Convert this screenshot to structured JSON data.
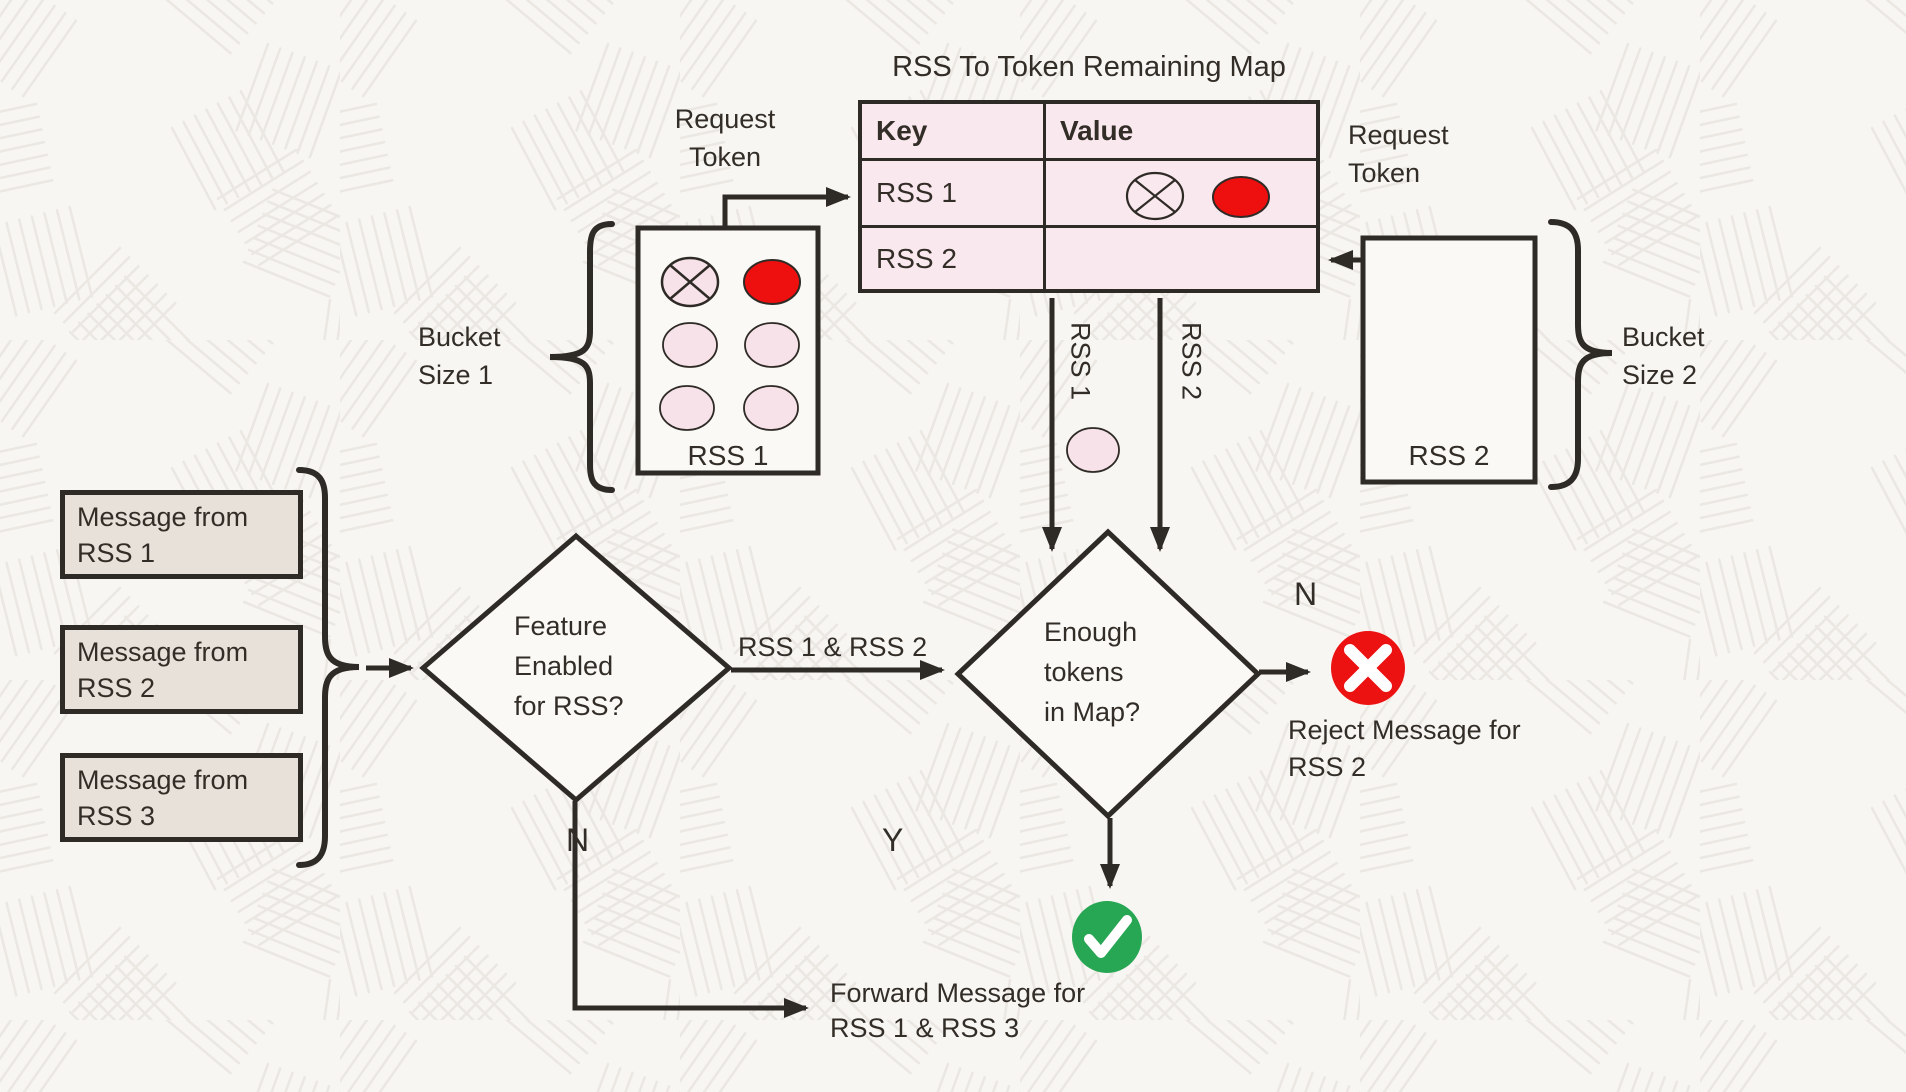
{
  "title": "RSS To Token Remaining Map",
  "map_table": {
    "header": {
      "key": "Key",
      "value": "Value"
    },
    "rows": [
      {
        "key": "RSS 1"
      },
      {
        "key": "RSS 2"
      }
    ]
  },
  "buckets": {
    "bucket1": {
      "name": "RSS 1",
      "size_label": "Bucket\nSize 1",
      "request_label": "Request\nToken"
    },
    "bucket2": {
      "name": "RSS 2",
      "size_label": "Bucket\nSize 2",
      "request_label": "Request\nToken"
    }
  },
  "flow_labels": {
    "down_rss1": "RSS 1",
    "down_rss2": "RSS 2",
    "to_decision2": "RSS 1 & RSS 2",
    "decision1_no": "N",
    "decision2_no": "N",
    "decision2_yes": "Y"
  },
  "messages": [
    "Message from\nRSS 1",
    "Message from\nRSS 2",
    "Message from\nRSS 3"
  ],
  "decisions": {
    "feature_enabled": "Feature\nEnabled\nfor RSS?",
    "enough_tokens": "Enough\ntokens\nin Map?"
  },
  "outcomes": {
    "reject": "Reject Message for\nRSS 2",
    "forward": "Forward Message for\nRSS 1 & RSS 3"
  },
  "icons": {
    "reject": "x-circle-icon",
    "forward": "check-circle-icon",
    "used_token": "crossed-token-icon",
    "new_token": "red-token-icon",
    "available_token": "pink-token-icon"
  },
  "colors": {
    "background": "#f8f6f3",
    "texture_line": "#ebe8e3",
    "ink": "#2e2a25",
    "table_pink": "#f9e8ee",
    "token_pink": "#f7e2ea",
    "token_red": "#ee0f0f",
    "box_beige": "#e7e1d9",
    "reject_red": "#ec1212",
    "forward_green": "#27a653"
  }
}
